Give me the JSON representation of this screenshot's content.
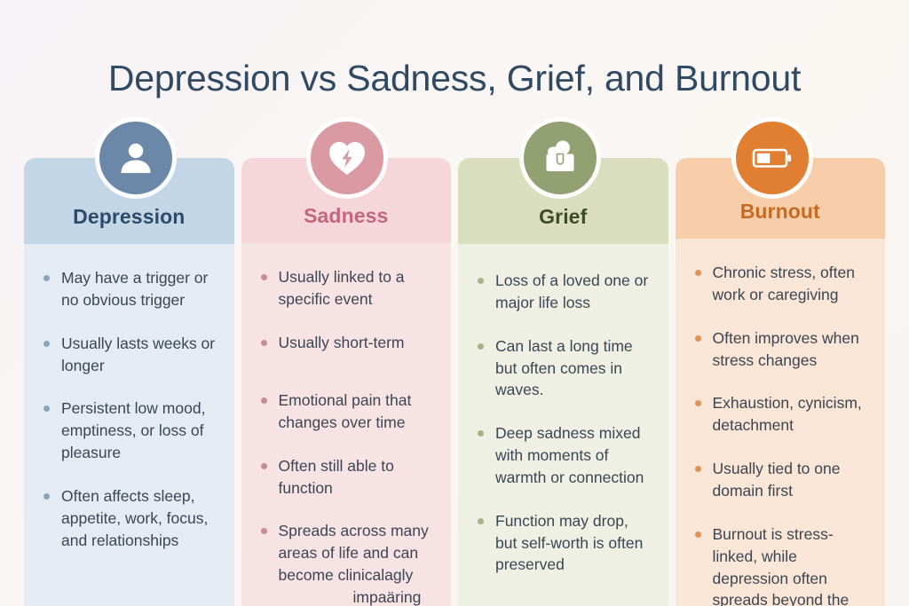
{
  "page": {
    "title": "Depression vs Sadness, Grief, and Burnout",
    "background_color": "#faf5f4",
    "title_color": "#2f4a62"
  },
  "columns": [
    {
      "id": "depression",
      "title": "Depression",
      "icon": "person-icon",
      "icon_circle_color": "#6b88a8",
      "header_bg": "#c3d6e6",
      "body_bg": "#e4ebf3",
      "title_color": "#2e4a6b",
      "bullet_color": "#8ba4bd",
      "bullets": [
        "May have a trigger or no obvious trigger",
        "Usually lasts weeks or longer",
        "Persistent low mood, emptiness, or loss of pleasure",
        "Often affects sleep, appetite, work, focus, and relationships"
      ]
    },
    {
      "id": "sadness",
      "title": "Sadness",
      "icon": "heart-bolt-icon",
      "icon_circle_color": "#d99aa3",
      "header_bg": "#f5d6da",
      "body_bg": "#f7e3e3",
      "title_color": "#c2677c",
      "bullet_color": "#c88a94",
      "bullets": [
        "Usually linked to a specific event",
        "Usually short-term",
        "Emotional pain that changes over time",
        "Often still able to function",
        "Spreads across many areas of life and can become clinicalagly impaäring"
      ],
      "last_bullet_indented_tail": "impaäring"
    },
    {
      "id": "grief",
      "title": "Grief",
      "icon": "urn-icon",
      "icon_circle_color": "#93a072",
      "header_bg": "#d9dfbe",
      "body_bg": "#eff0e4",
      "title_color": "#3f4a29",
      "bullet_color": "#a7b188",
      "bullets": [
        "Loss of a loved one or major life loss",
        "Can last a long time but often comes in waves.",
        "Deep sadness mixed with moments of warmth or connection",
        "Function may drop, but self-worth is often preserved"
      ]
    },
    {
      "id": "burnout",
      "title": "Burnout",
      "icon": "battery-low-icon",
      "icon_circle_color": "#e07f32",
      "header_bg": "#f8ceaa",
      "body_bg": "#fae6d6",
      "title_color": "#c66a22",
      "bullet_color": "#e09356",
      "bullets": [
        "Chronic stress, often work or caregiving",
        "Often improves when stress changes",
        "Exhaustion, cynicism, detachment",
        "Usually tied to one domain first",
        "Burnout is stress-linked, while depression often spreads beyond the original cause"
      ]
    }
  ]
}
